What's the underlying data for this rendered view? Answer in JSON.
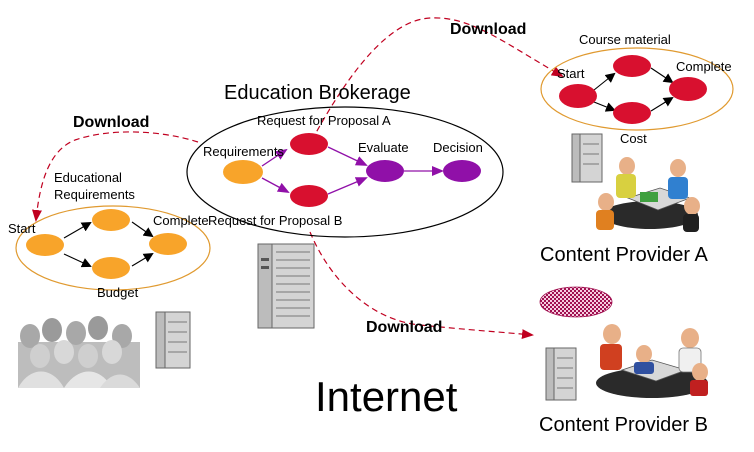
{
  "diagram": {
    "title": "Education Brokerage",
    "internet_label": "Internet",
    "downloads": {
      "top": "Download",
      "left": "Download",
      "bottom": "Download"
    },
    "broker": {
      "requirements": "Requirements",
      "rfp_a": "Request for Proposal A",
      "rfp_b": "Request for Proposal B",
      "evaluate": "Evaluate",
      "decision": "Decision"
    },
    "consumer": {
      "educational": "Educational",
      "requirements": "Requirements",
      "start": "Start",
      "complete": "Complete",
      "budget": "Budget"
    },
    "provider_a": {
      "course_material": "Course material",
      "start": "Start",
      "complete": "Complete",
      "cost": "Cost",
      "name": "Content Provider A"
    },
    "provider_b": {
      "name": "Content Provider B"
    },
    "colors": {
      "orange_node": "#f8a42a",
      "red_node": "#d8102f",
      "purple_node": "#9010a8",
      "download_arrow": "#c00020",
      "ellipse_orange": "#e09a30"
    }
  }
}
